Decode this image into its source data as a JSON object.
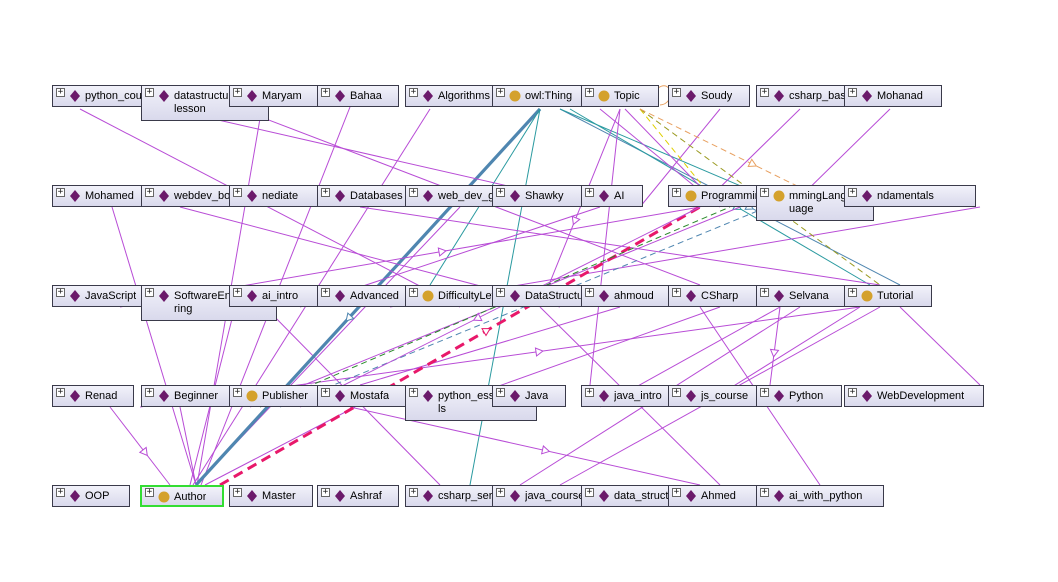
{
  "colors": {
    "individual": "#6b1a6b",
    "class": "#d4a12c",
    "selected": "#33dd33",
    "edge_violet": "#b84cd6",
    "edge_blue": "#4f86b0",
    "edge_teal": "#2a9aa0",
    "edge_pink": "#e8186a",
    "edge_orange": "#e8a060",
    "edge_yellow": "#e0d000",
    "edge_olive": "#9a9a20",
    "edge_green": "#2a8a2a"
  },
  "nodes": [
    {
      "id": "python_course",
      "label": "python_cou",
      "kind": "individual"
    },
    {
      "id": "datastructures_lesson",
      "label": "datastructur\nlesson",
      "kind": "individual"
    },
    {
      "id": "maryam",
      "label": "Maryam",
      "kind": "individual"
    },
    {
      "id": "bahaa",
      "label": "Bahaa",
      "kind": "individual"
    },
    {
      "id": "algorithms",
      "label": "Algorithms",
      "kind": "individual"
    },
    {
      "id": "owl_thing",
      "label": "owl:Thing",
      "kind": "class"
    },
    {
      "id": "topic",
      "label": "Topic",
      "kind": "class"
    },
    {
      "id": "soudy",
      "label": "Soudy",
      "kind": "individual"
    },
    {
      "id": "csharp_basics",
      "label": "csharp_bas",
      "kind": "individual"
    },
    {
      "id": "mohanad",
      "label": "Mohanad",
      "kind": "individual"
    },
    {
      "id": "mohamed",
      "label": "Mohamed",
      "kind": "individual"
    },
    {
      "id": "webdev_bootcamp",
      "label": "webdev_bootcamp",
      "kind": "individual"
    },
    {
      "id": "intermediate",
      "label": "nediate",
      "kind": "individual"
    },
    {
      "id": "databases",
      "label": "Databases",
      "kind": "individual"
    },
    {
      "id": "web_dev_guide",
      "label": "web_dev_g",
      "kind": "individual"
    },
    {
      "id": "shawky",
      "label": "Shawky",
      "kind": "individual"
    },
    {
      "id": "ai",
      "label": "AI",
      "kind": "individual"
    },
    {
      "id": "programmingbook",
      "label": "ProgrammingBook",
      "kind": "class"
    },
    {
      "id": "programminglanguage",
      "label": "mmingLang\nuage",
      "kind": "class"
    },
    {
      "id": "fundamentals",
      "label": "ndamentals",
      "kind": "individual"
    },
    {
      "id": "javascript",
      "label": "JavaScript",
      "kind": "individual"
    },
    {
      "id": "softwareengineering",
      "label": "SoftwareEn\nring",
      "kind": "individual"
    },
    {
      "id": "ai_intro",
      "label": "ai_intro",
      "kind": "individual"
    },
    {
      "id": "advanced",
      "label": "Advanced",
      "kind": "individual"
    },
    {
      "id": "difficultylevel",
      "label": "DifficultyLev",
      "kind": "class"
    },
    {
      "id": "datastructures",
      "label": "DataStructures",
      "kind": "individual"
    },
    {
      "id": "mahmoud",
      "label": "ahmoud",
      "kind": "individual"
    },
    {
      "id": "csharp",
      "label": "CSharp",
      "kind": "individual"
    },
    {
      "id": "selvana",
      "label": "Selvana",
      "kind": "individual"
    },
    {
      "id": "tutorial",
      "label": "Tutorial",
      "kind": "class"
    },
    {
      "id": "renad",
      "label": "Renad",
      "kind": "individual"
    },
    {
      "id": "beginner",
      "label": "Beginner",
      "kind": "individual"
    },
    {
      "id": "publisher",
      "label": "Publisher",
      "kind": "class"
    },
    {
      "id": "mostafa",
      "label": "Mostafa",
      "kind": "individual"
    },
    {
      "id": "python_essentials",
      "label": "python_esse\nls",
      "kind": "individual"
    },
    {
      "id": "java",
      "label": "Java",
      "kind": "individual"
    },
    {
      "id": "java_intro",
      "label": "java_intro",
      "kind": "individual"
    },
    {
      "id": "js_course",
      "label": "js_course",
      "kind": "individual"
    },
    {
      "id": "python",
      "label": "Python",
      "kind": "individual"
    },
    {
      "id": "webdevelopment",
      "label": "WebDevelopment",
      "kind": "individual"
    },
    {
      "id": "oop",
      "label": "OOP",
      "kind": "individual"
    },
    {
      "id": "author",
      "label": "Author",
      "kind": "class",
      "selected": true
    },
    {
      "id": "master",
      "label": "Master",
      "kind": "individual"
    },
    {
      "id": "ashraf",
      "label": "Ashraf",
      "kind": "individual"
    },
    {
      "id": "csharp_series",
      "label": "csharp_seri",
      "kind": "individual"
    },
    {
      "id": "java_course",
      "label": "java_course",
      "kind": "individual"
    },
    {
      "id": "data_structures",
      "label": "data_structu",
      "kind": "individual"
    },
    {
      "id": "ahmed",
      "label": "Ahmed",
      "kind": "individual"
    },
    {
      "id": "ai_with_python",
      "label": "ai_with_python",
      "kind": "individual"
    }
  ]
}
